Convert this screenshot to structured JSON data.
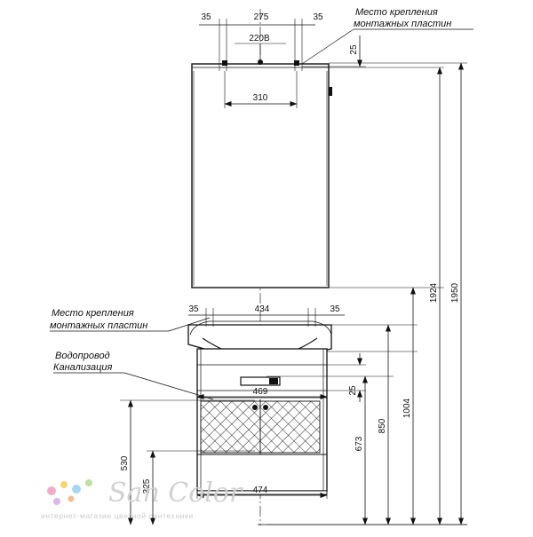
{
  "mirror": {
    "dims": {
      "left_gap": "35",
      "middle": "275",
      "right_gap": "35",
      "top_offset": "25",
      "plate_span": "310"
    },
    "power_label": "220В",
    "mount_label_line1": "Место крепления",
    "mount_label_line2": "монтажных пластин"
  },
  "cabinet": {
    "dims": {
      "left_gap": "35",
      "middle": "434",
      "right_gap": "35",
      "drawer_width": "469",
      "base_width": "474",
      "top_offset": "25"
    },
    "mount_label_line1": "Место крепления",
    "mount_label_line2": "монтажных пластин",
    "water_label": "Водопровод",
    "sewer_label": "Канализация"
  },
  "heights": {
    "h1950": "1950",
    "h1924": "1924",
    "h1004": "1004",
    "h850": "850",
    "h673": "673",
    "h530": "530",
    "h325": "325"
  },
  "watermark": {
    "name": "San Color",
    "tagline": "интернет-магазин цветной сантехники",
    "dot_colors": [
      "#f4a7c8",
      "#f7d36b",
      "#9fd6f0",
      "#b9e29a",
      "#d9b3ea",
      "#f5b98a"
    ]
  }
}
